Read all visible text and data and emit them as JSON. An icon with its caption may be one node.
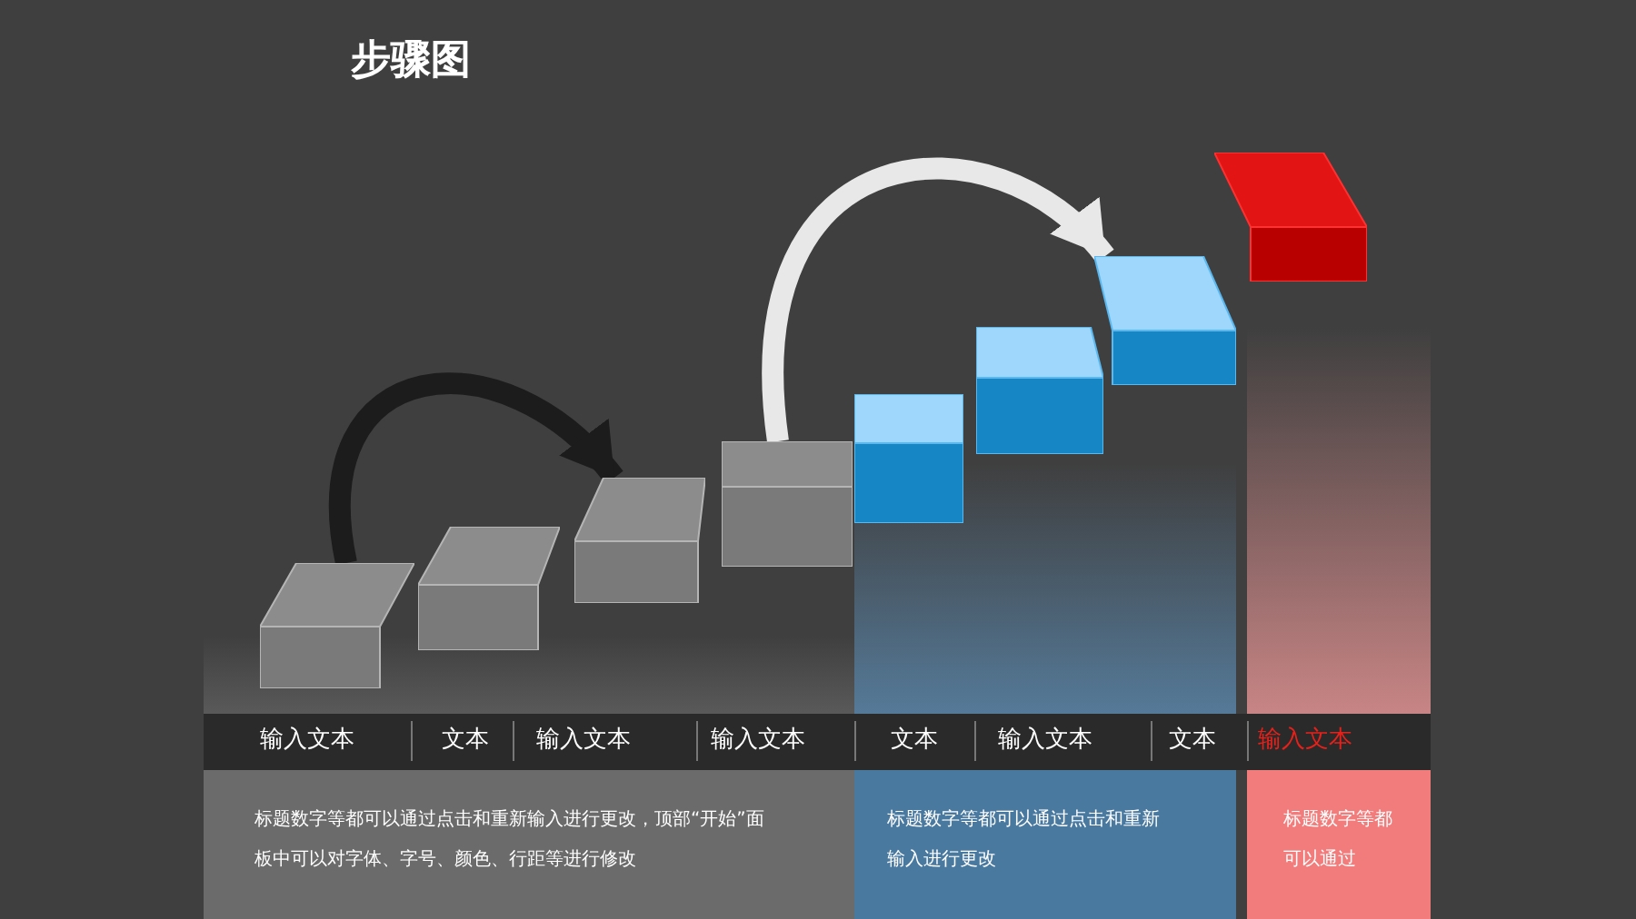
{
  "diagram": {
    "title": "步骤图",
    "nodes": [
      {
        "text": [],
        "shape": "box"
      },
      {
        "text": [],
        "shape": "box"
      },
      {
        "text": [],
        "shape": "box"
      },
      {
        "text": [],
        "shape": "box"
      },
      {
        "text": [],
        "shape": "box"
      },
      {
        "text": [],
        "shape": "box"
      },
      {
        "text": [],
        "shape": "box"
      },
      {
        "text": [],
        "shape": "box"
      }
    ],
    "edges": [
      {
        "from": 0,
        "to": 2,
        "arrow": "to",
        "color": "#1c1c1c"
      },
      {
        "from": 3,
        "to": 6,
        "arrow": "to",
        "color": "#e8e8e8"
      }
    ],
    "labels": [
      "输入文本",
      "文本",
      "输入文本",
      "输入文本",
      "文本",
      "输入文本",
      "文本",
      "输入文本",
      "标题数字等都可以通过点击和重新输入进行更改，顶部“开始”面板中可以对字体、字号、颜色、行距等进行修改",
      "标题数字等都可以通过点击和重新输入进行更改",
      "标题数字等都可以通过"
    ]
  }
}
